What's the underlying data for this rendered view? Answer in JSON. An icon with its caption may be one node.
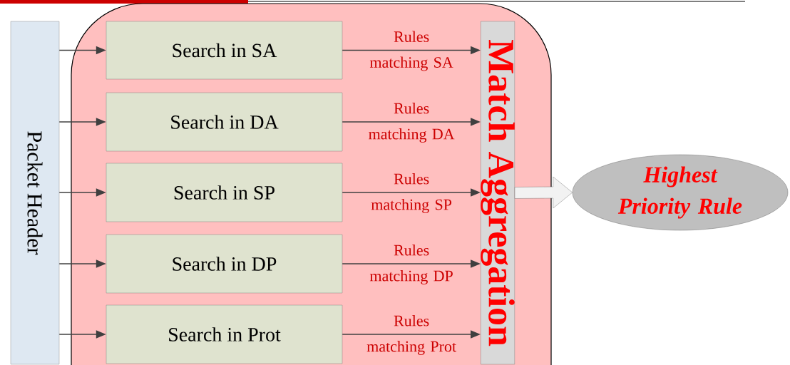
{
  "diagram": {
    "nodes": [
      {
        "text": [
          "Packet Header"
        ]
      },
      {
        "text": [
          "Search in SA"
        ]
      },
      {
        "text": [
          "Search in DA"
        ]
      },
      {
        "text": [
          "Search in SP"
        ]
      },
      {
        "text": [
          "Search in DP"
        ]
      },
      {
        "text": [
          "Search in Prot"
        ]
      },
      {
        "text": [
          "Match Aggregation"
        ]
      },
      {
        "text": [
          "Highest Priority Rule"
        ]
      }
    ],
    "edges": [
      {
        "from": 0,
        "to": 1,
        "arrow": "to"
      },
      {
        "from": 0,
        "to": 2,
        "arrow": "to"
      },
      {
        "from": 0,
        "to": 3,
        "arrow": "to"
      },
      {
        "from": 0,
        "to": 4,
        "arrow": "to"
      },
      {
        "from": 0,
        "to": 5,
        "arrow": "to"
      },
      {
        "from": 1,
        "to": 6,
        "arrow": "to",
        "label": "Rules matching SA"
      },
      {
        "from": 2,
        "to": 6,
        "arrow": "to",
        "label": "Rules matching DA"
      },
      {
        "from": 3,
        "to": 6,
        "arrow": "to",
        "label": "Rules matching SP"
      },
      {
        "from": 4,
        "to": 6,
        "arrow": "to",
        "label": "Rules matching DP"
      },
      {
        "from": 5,
        "to": 6,
        "arrow": "to",
        "label": "Rules matching Prot"
      },
      {
        "from": 6,
        "to": 7,
        "arrow": "to",
        "style": "thick",
        "color": "#f2f2f2"
      }
    ]
  }
}
